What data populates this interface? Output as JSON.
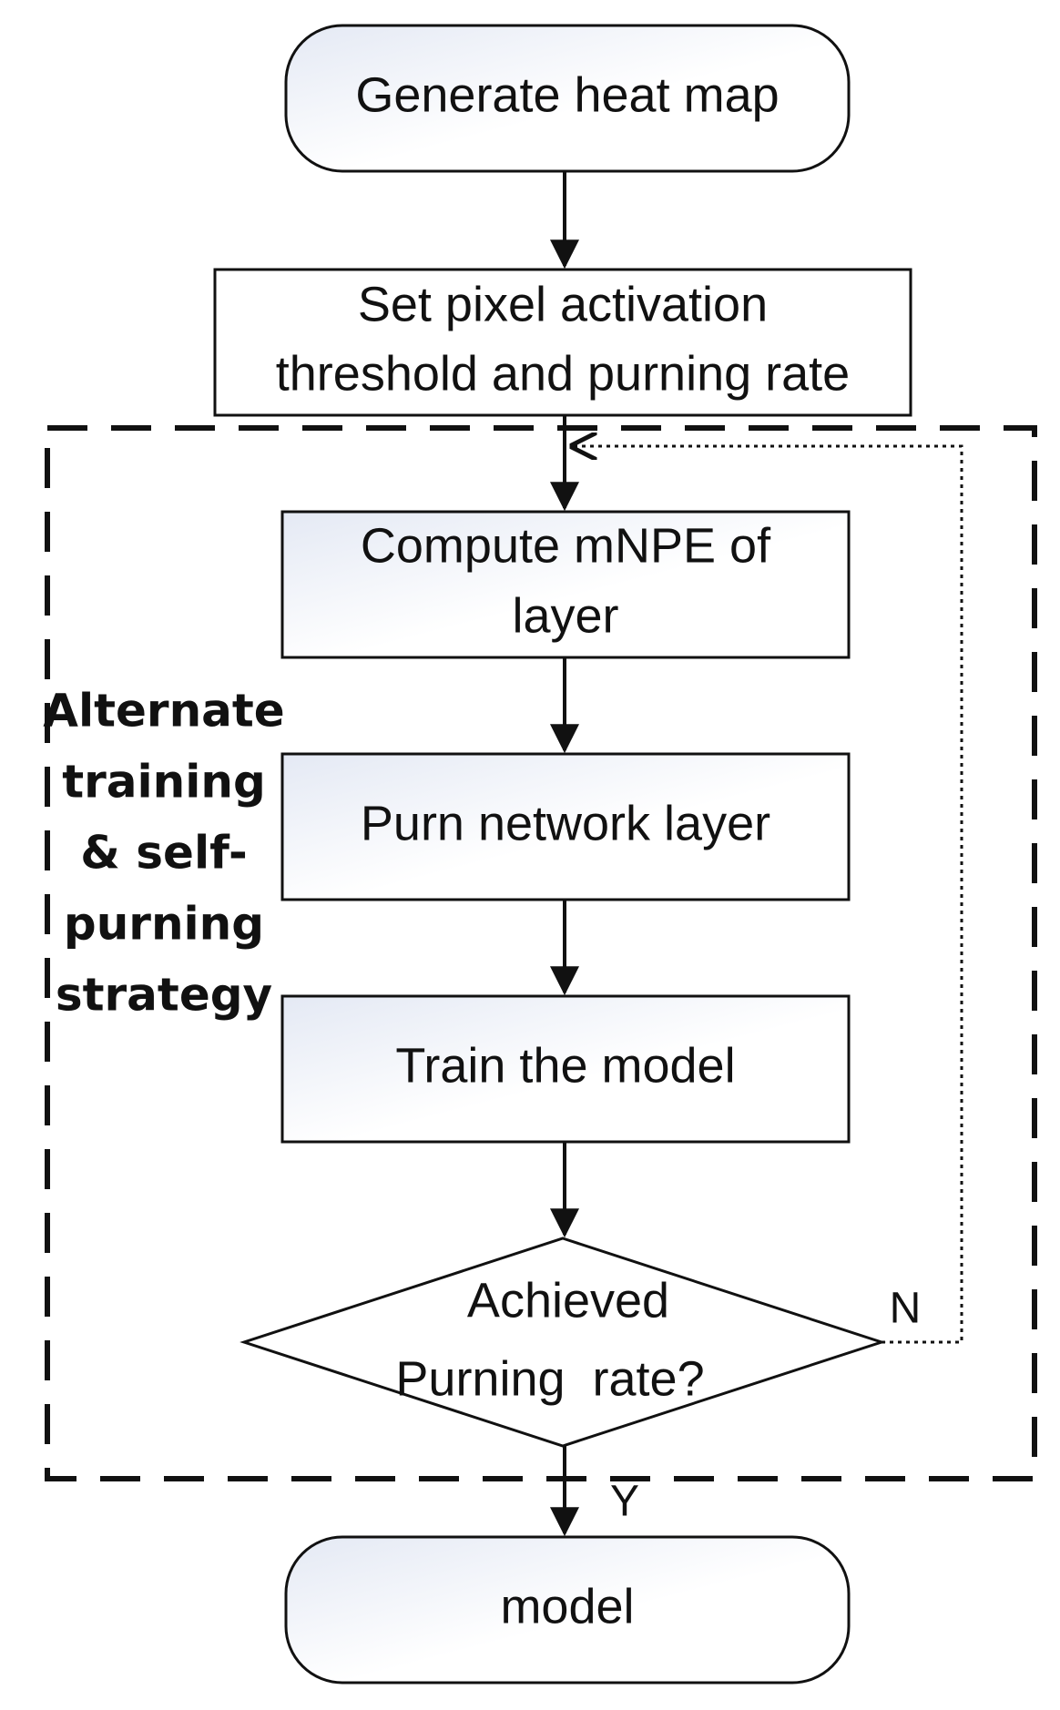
{
  "nodes": {
    "heat_map": {
      "text": "Generate heat map"
    },
    "threshold": {
      "line1": "Set pixel activation",
      "line2": "threshold and purning rate"
    },
    "compute": {
      "line1": "Compute mNPE of",
      "line2": "layer"
    },
    "purn": {
      "text": "Purn network layer"
    },
    "train": {
      "text": "Train the model"
    },
    "decision": {
      "line1": "Achieved",
      "line2": "Purning  rate?"
    },
    "model": {
      "text": "model"
    }
  },
  "group": {
    "label_lines": [
      "Alternate",
      "training",
      "& self-",
      "purning",
      "strategy"
    ]
  },
  "edges": {
    "no_label": "N",
    "yes_label": "Y"
  },
  "colors": {
    "stroke": "#111111",
    "fill_start": "#e4e9f4",
    "fill_end": "#ffffff"
  }
}
